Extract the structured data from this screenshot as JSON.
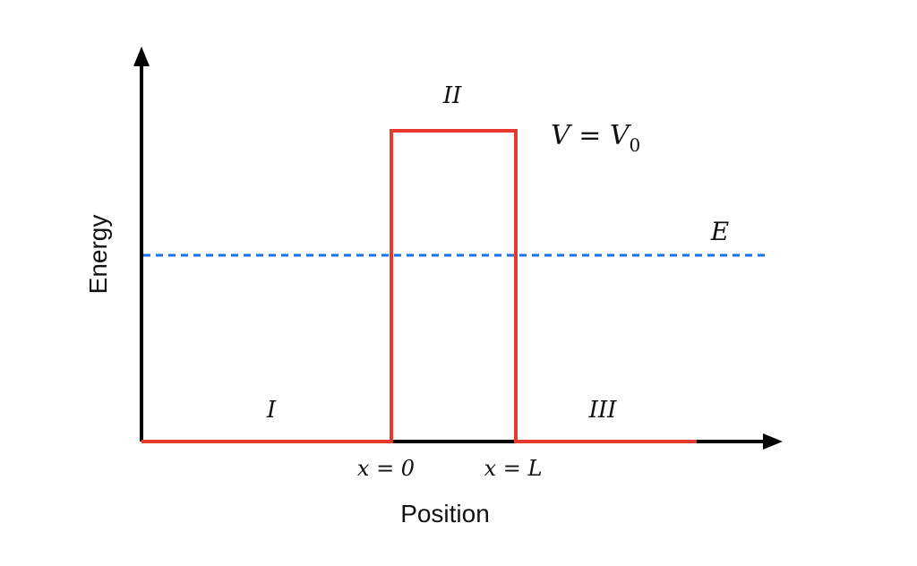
{
  "axes": {
    "y_label": "Energy",
    "x_label": "Position"
  },
  "regions": {
    "left": "I",
    "barrier": "II",
    "right": "III"
  },
  "potential": {
    "label_main": "V = V",
    "label_subscript": "0"
  },
  "energy": {
    "label": "E"
  },
  "markers": {
    "left_edge": "x = 0",
    "right_edge": "x = L"
  },
  "colors": {
    "potential": "#e8392e",
    "energy": "#1a73e8",
    "axis": "#000000",
    "gap": "#000000"
  }
}
